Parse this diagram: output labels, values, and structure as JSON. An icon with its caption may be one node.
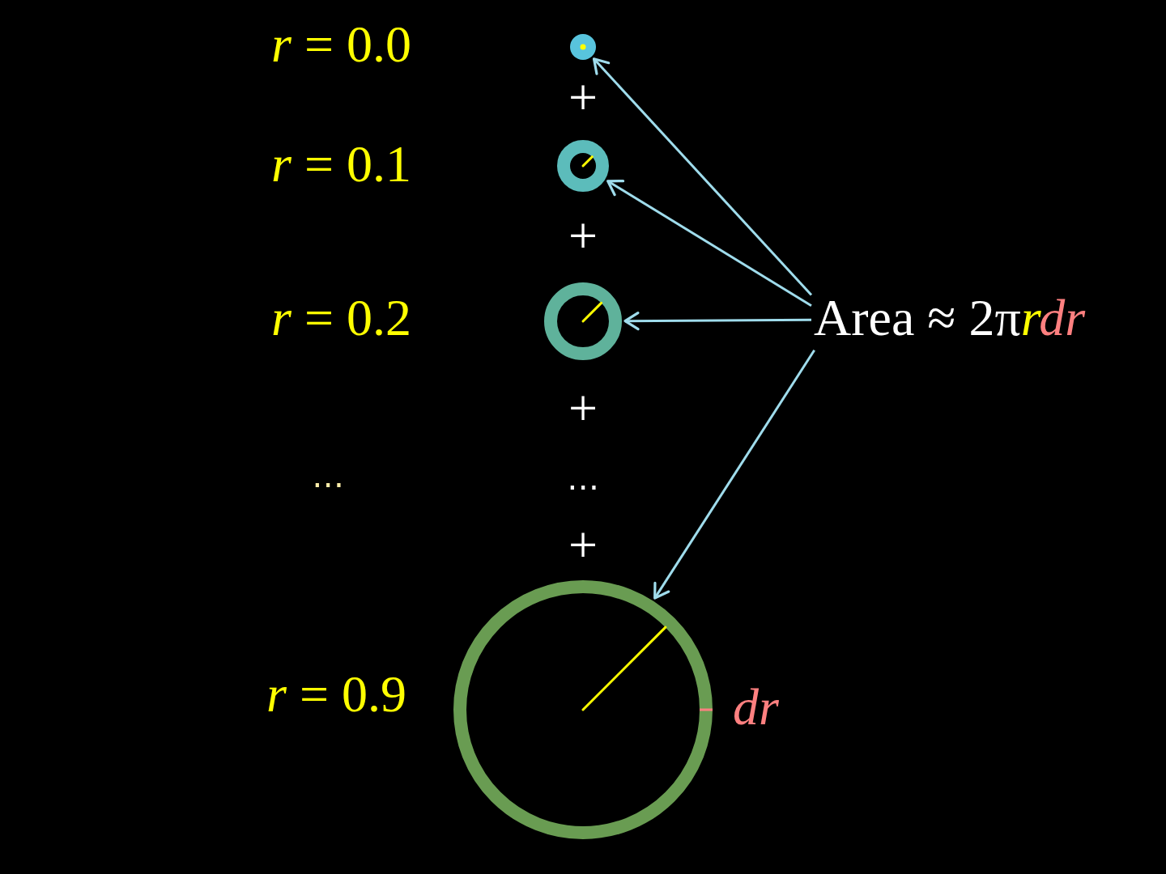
{
  "diagram": {
    "nodes": [
      {
        "text": [],
        "shape": "circle",
        "beside": [
          "*r* = 0.0"
        ]
      },
      {
        "text": [],
        "shape": "circle",
        "beside": [
          "*r* = 0.1"
        ]
      },
      {
        "text": [],
        "shape": "circle",
        "beside": [
          "*r* = 0.2"
        ]
      },
      {
        "text": [],
        "shape": "circle",
        "beside": [
          "*r* = 0.9",
          "dr"
        ]
      },
      {
        "text": [
          "Area ≈ 2πrdr"
        ]
      }
    ],
    "edges": [
      {
        "from": 4,
        "to": 0,
        "arrow": "to"
      },
      {
        "from": 4,
        "to": 1,
        "arrow": "to"
      },
      {
        "from": 4,
        "to": 2,
        "arrow": "to"
      },
      {
        "from": 4,
        "to": 3,
        "arrow": "to"
      }
    ],
    "labels": [
      "+",
      "+",
      "+",
      "⋯",
      "⋯",
      "+"
    ]
  }
}
